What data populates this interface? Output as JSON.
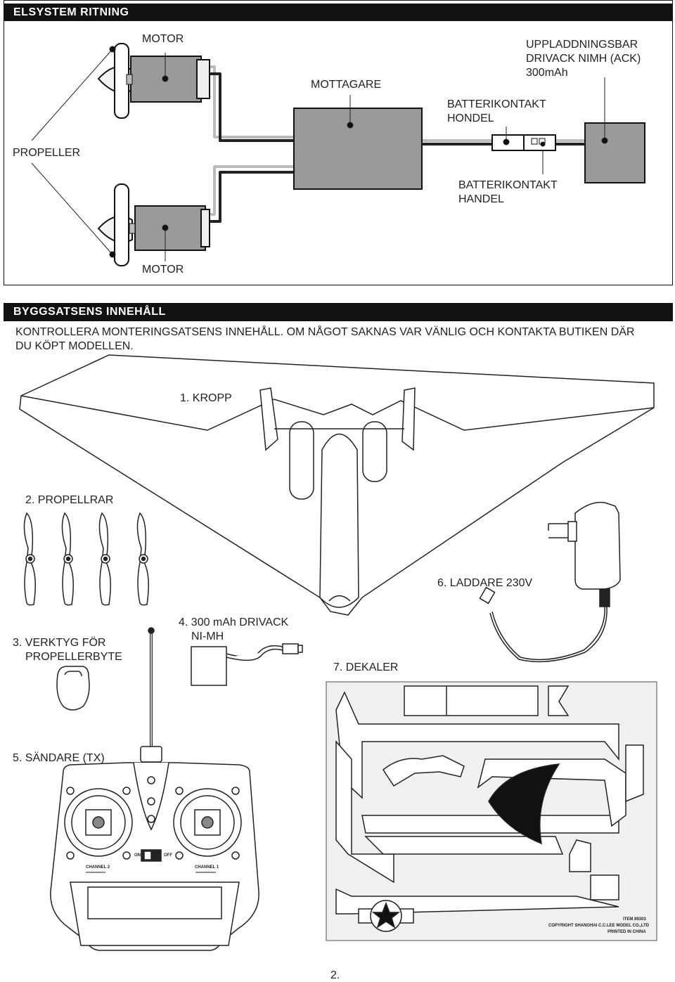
{
  "section1": {
    "title": "ELSYSTEM RITNING",
    "labels": {
      "motor_top": "MOTOR",
      "receiver": "MOTTAGARE",
      "battery": [
        "UPPLADDNINGSBAR",
        "DRIVACK NIMH (ACK)",
        "300mAh"
      ],
      "connector_male": [
        "BATTERIKONTAKT",
        "HONDEL"
      ],
      "propeller": "PROPELLER",
      "connector_female": [
        "BATTERIKONTAKT",
        "HANDEL"
      ],
      "motor_bottom": "MOTOR"
    }
  },
  "section2": {
    "title": "BYGGSATSENS INNEHÅLL",
    "description": "KONTROLLERA MONTERINGSATSENS INNEHÅLL. OM NÅGOT SAKNAS VAR VÄNLIG OCH KONTAKTA BUTIKEN DÄR DU KÖPT MODELLEN.",
    "items": {
      "body": "1. KROPP",
      "propellers": "2. PROPELLRAR",
      "tool": [
        "3. VERKTYG FÖR",
        "PROPELLERBYTE"
      ],
      "battery": [
        "4. 300 mAh DRIVACK",
        "NI-MH"
      ],
      "transmitter": "5. SÄNDARE (TX)",
      "charger": "6. LADDARE 230V",
      "decals": "7. DEKALER"
    },
    "transmitter_labels": {
      "on": "ON",
      "off": "OFF",
      "channel2": "CHANNEL 2",
      "channel1": "CHANNEL 1"
    },
    "decal_print": {
      "item": "ITEM 89303",
      "copyright": "COPYRIGHT SHANGHAI C.C.LEE MODEL CO.,LTD",
      "printed": "PRINTED IN CHINA"
    }
  },
  "page_number": "2."
}
